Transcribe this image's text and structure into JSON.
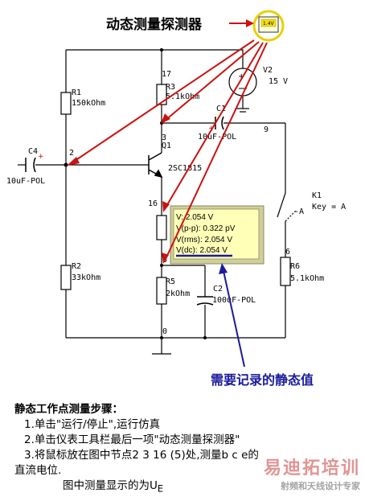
{
  "title": "动态测量探测器",
  "probe_icon_label": "1.4V",
  "components": {
    "r1": {
      "name": "R1",
      "value": "150kOhm"
    },
    "r2": {
      "name": "R2",
      "value": "33kOhm"
    },
    "r3": {
      "name": "R3",
      "value": "5.1kOhm"
    },
    "r5": {
      "name": "R5",
      "value": "2kOhm"
    },
    "r6": {
      "name": "R6",
      "value": "5.1kOhm"
    },
    "c1": {
      "name": "C1",
      "value": "10uF-POL"
    },
    "c2": {
      "name": "C2",
      "value": "100uF-POL"
    },
    "c4": {
      "name": "C4",
      "value": "10uF-POL"
    },
    "q1": {
      "name": "Q1",
      "value": "2SC1815"
    },
    "v2": {
      "name": "V2",
      "value": "15 V"
    },
    "k1": {
      "name": "K1",
      "value": "Key = A"
    }
  },
  "nodes": {
    "n17": "17",
    "n3": "3",
    "n9": "9",
    "n2": "2",
    "n16": "16",
    "n5": "5",
    "n6": "6",
    "n0": "0"
  },
  "probe_readout": {
    "v": "V: 2.054 V",
    "vpp": "V(p-p): 0.322 pV",
    "vrms": "V(rms): 2.054 V",
    "vdc": "V(dc): 2.054 V"
  },
  "annotation": "需要记录的静态值",
  "instructions": {
    "heading": "静态工作点测量步骤：",
    "step1": "1.单击\"运行/停止\",运行仿真",
    "step2": "2.单击仪表工具栏最后一项\"动态测量探测器\"",
    "step3a": "3.将鼠标放在图中节点2 3 16 (5)处,测量b c e的",
    "step3b": "直流电位.",
    "step4": "图中测量显示的为U",
    "step4_sub": "E"
  },
  "watermark": {
    "logo": "易迪拓培训",
    "sub": "射频和天线设计专家"
  },
  "colors": {
    "wire": "#000000",
    "arrow_red": "#cc1111",
    "arrow_blue": "#1a1a9c",
    "probe_bg": "#ffffb8",
    "probe_frame": "#cfcf9a"
  }
}
